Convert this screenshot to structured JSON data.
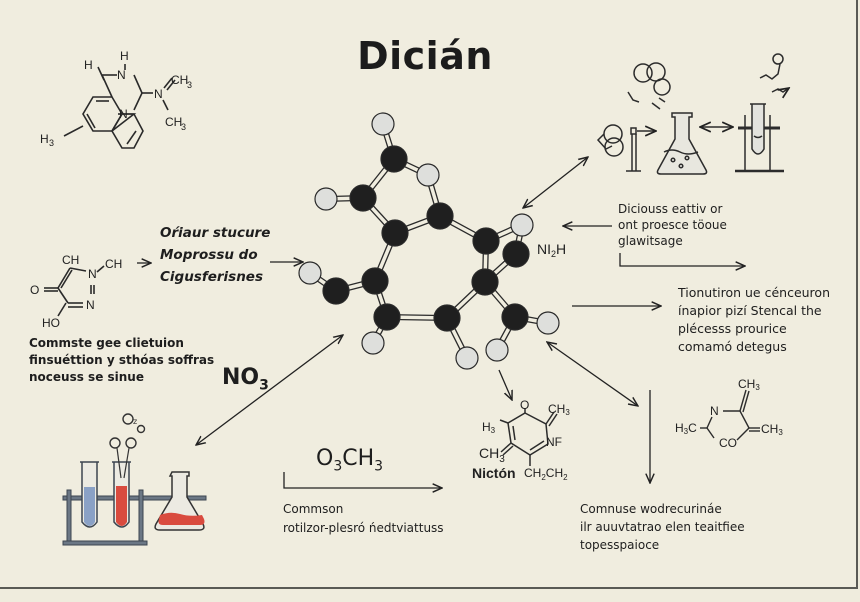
{
  "title": "Dicián",
  "structures": {
    "top_left": {
      "atoms": [
        "H",
        "H",
        "N",
        "N",
        "N",
        "CH3",
        "CH3",
        "H3"
      ]
    },
    "left_ring": {
      "atoms": [
        "CH",
        "N",
        "CH",
        "O",
        "N",
        "HO"
      ]
    },
    "central_label": "NI2H",
    "bottom_center": {
      "atoms": [
        "O",
        "CH3",
        "H3",
        "NF",
        "CH3",
        "CH2CH2"
      ],
      "name": "Nictón"
    },
    "right_ring": {
      "atoms": [
        "CH3",
        "N",
        "H3C",
        "CH3",
        "CO"
      ]
    }
  },
  "labels": {
    "structure_caption": [
      "Oŕiaur stucure",
      "Moprossu do",
      "Cigusferisnes"
    ],
    "left_note": [
      "Commste gee clietuion",
      "finsuéttion y sthóas soffras",
      "noceuss se sinue"
    ],
    "no3": "NO",
    "no3_sub": "3",
    "o3ch3_a": "O",
    "o3ch3_sub": "3",
    "o3ch3_b": "CH",
    "o3ch3_sub2": "3",
    "bottom_caption": [
      "Commson",
      "rotilzor-plesró ńedtviattuss"
    ],
    "right_top_note": [
      "Diciouss eattiv or",
      "ont proesce töoue",
      "glawitsage"
    ],
    "right_mid_note": [
      "Tionutiron ue cénceuron",
      "ínapior  pizí Stencal the",
      "plécesss prourice",
      "comamó detegus"
    ],
    "right_bottom_note": [
      "Comnuse wodrecurináe",
      "ilr auuvtatrao elen teaitfiee",
      "topesspaioce"
    ]
  },
  "colors": {
    "background": "#f0eddf",
    "ink": "#1e1e1e",
    "atom_dark": "#1f1f1f",
    "atom_light": "#dedfdc",
    "liquid_red": "#d9473c",
    "liquid_blue": "#7f99c2",
    "rack": "#5e6a78"
  }
}
